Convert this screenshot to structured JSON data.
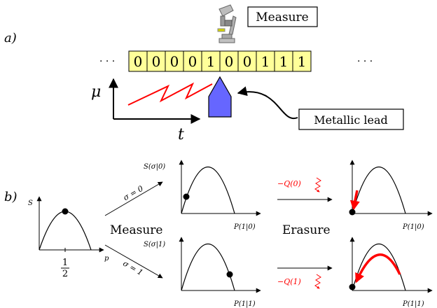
{
  "panel_a": {
    "label": "a)",
    "ellipsis_left": "· · ·",
    "ellipsis_right": "· · ·",
    "bits": [
      "0",
      "0",
      "0",
      "0",
      "1",
      "0",
      "0",
      "1",
      "1",
      "1"
    ],
    "measure_label": "Measure",
    "lead_label": "Metallic lead",
    "mu_label": "μ",
    "t_label": "t",
    "colors": {
      "cell_fill": "#ffff99",
      "lead_fill": "#6666ff",
      "signal": "#ff0000"
    }
  },
  "panel_b": {
    "label": "b)",
    "left_plot": {
      "ylabel": "S",
      "xlabel": "p",
      "tick_num": "1",
      "tick_den": "2"
    },
    "upper_arrow_label": "σ = 0",
    "lower_arrow_label": "σ = 1",
    "measure_text": "Measure",
    "erasure_text": "Erasure",
    "top_mid_plot": {
      "ylabel": "S(σ|0)",
      "xlabel": "P(1|0)"
    },
    "bottom_mid_plot": {
      "ylabel": "S(σ|1)",
      "xlabel": "P(1|1)"
    },
    "top_right_plot": {
      "xlabel": "P(1|0)"
    },
    "bottom_right_plot": {
      "xlabel": "P(1|1)"
    },
    "heat_top": "−Q(0)",
    "heat_bottom": "−Q(1)",
    "colors": {
      "heat": "#ff0000"
    }
  }
}
